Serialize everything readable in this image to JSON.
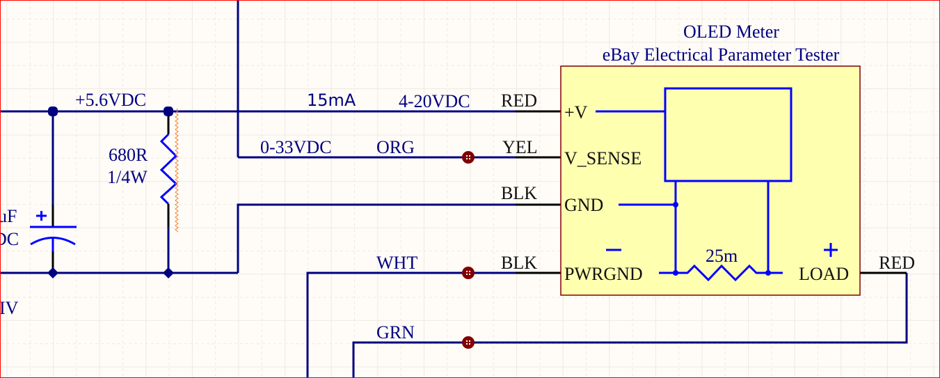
{
  "colors": {
    "background": "#fffcf7",
    "wire": "#000080",
    "component_fill": "#ffffb0",
    "component_border": "#800000",
    "symbol_blue": "#0000ff",
    "probe": "#800000",
    "frame_border": "#ff0000",
    "pin_lead": "#000000",
    "highlight_wavy": "#f08030"
  },
  "net_labels": {
    "supply": "+5.6VDC",
    "current": "15mA",
    "loop_voltage": "4-20VDC",
    "sense_range": "0-33VDC",
    "org": "ORG",
    "wht": "WHT",
    "grn": "GRN"
  },
  "partial_labels": {
    "cap_value_partial": "uF",
    "cap_voltage_partial": "DC",
    "bottom_left_partial": "IV"
  },
  "resistor": {
    "value": "680R",
    "power": "1/4W"
  },
  "component": {
    "title": "OLED Meter",
    "subtitle": "eBay Electrical Parameter Tester",
    "pins": [
      {
        "name": "+V",
        "wire_color": "RED"
      },
      {
        "name": "V_SENSE",
        "wire_color": "YEL"
      },
      {
        "name": "GND",
        "wire_color": "BLK"
      },
      {
        "name": "PWRGND",
        "wire_color": "BLK"
      }
    ],
    "load_pin": {
      "name": "LOAD",
      "wire_color": "RED"
    },
    "shunt_value": "25m",
    "minus_sign": "−",
    "plus_sign": "+"
  },
  "capacitor": {
    "polarity": "+"
  }
}
